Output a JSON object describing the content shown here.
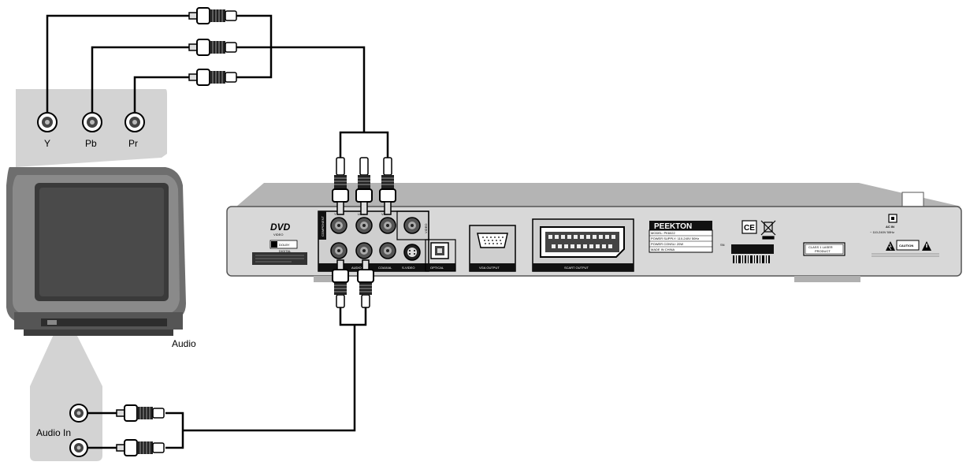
{
  "tv_inputs": {
    "component": [
      "Y",
      "Pb",
      "Pr"
    ],
    "audio_callout": "Audio",
    "audio_in": "Audio In"
  },
  "player": {
    "dvd_logo": "DVD",
    "dvd_sub": "VIDEO",
    "dolby_badge": "DOLBY",
    "dolby_sub": "DIGITAL",
    "brand": "PEEKTON",
    "model_lines": [
      "MODEL: PK6022",
      "POWER SUPPLY: 110-240V 50Hz",
      "POWER CONSU: 20W",
      "MADE IN CHINA"
    ],
    "top_jack_labels": [
      "Y",
      "U/Pb",
      "V/Pr"
    ],
    "component_tag": "COMPONENT",
    "video_tag": "VIDEO",
    "bottom_labels": [
      "AUDIO",
      "COAXIAL",
      "S-VIDEO",
      "OPTICAL"
    ],
    "vga_label": "VGA OUTPUT",
    "scart_label": "SCART OUTPUT",
    "ce_mark": "CE",
    "serial_label": "SN",
    "laser_label": [
      "CLASS 1 LASER",
      "PRODUCT"
    ],
    "ac_in": "AC IN",
    "ac_spec": "~ 110-240V 50Hz",
    "caution": "CAUTION"
  }
}
